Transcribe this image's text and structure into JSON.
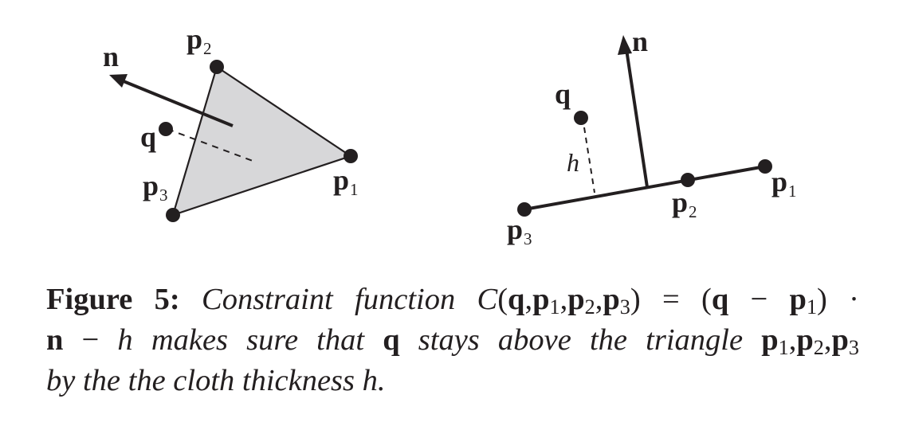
{
  "figure": {
    "labels": {
      "n": "n",
      "q": "q",
      "p": "p",
      "h": "h",
      "sub1": "1",
      "sub2": "2",
      "sub3": "3"
    },
    "colors": {
      "ink": "#231f20",
      "triangle_fill": "#d7d7d9"
    }
  },
  "caption": {
    "label": "Figure 5:",
    "line1_text": "Constraint function",
    "line2_text": "makes sure that",
    "line2_text_b": "stays above the triangle",
    "line3_text": "by the the cloth thickness",
    "C": "C",
    "q": "q",
    "p": "p",
    "n": "n",
    "h": "h",
    "period": ".",
    "sub1": "1",
    "sub2": "2",
    "sub3": "3"
  }
}
